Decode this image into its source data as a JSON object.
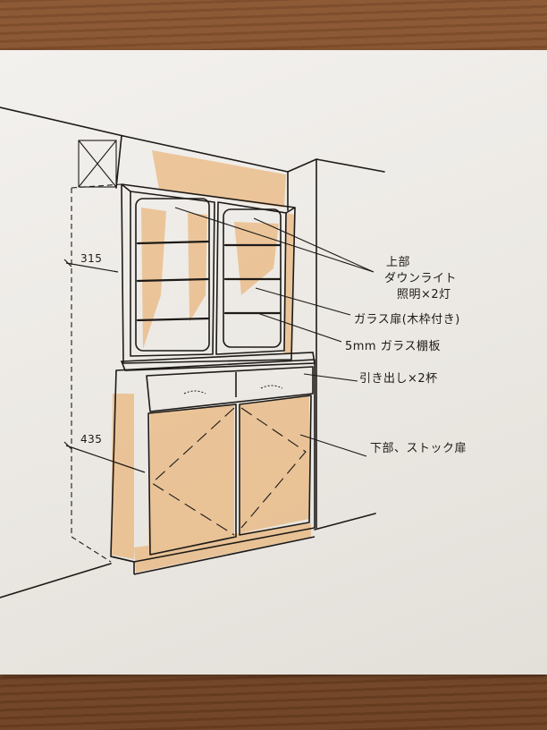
{
  "annotations": {
    "upper_1": "上部",
    "upper_2": "ダウンライト",
    "upper_3": "照明×2灯",
    "glass_door": "ガラス扉(木枠付き)",
    "glass_shelf": "5mm ガラス棚板",
    "drawer": "引き出し×2杯",
    "lower_door": "下部、ストック扉"
  },
  "dimensions": {
    "upper": "315",
    "lower": "435"
  },
  "colors": {
    "pencil_orange": "#e9a65a",
    "ink": "#1d1a18",
    "paper": "#efece8"
  }
}
